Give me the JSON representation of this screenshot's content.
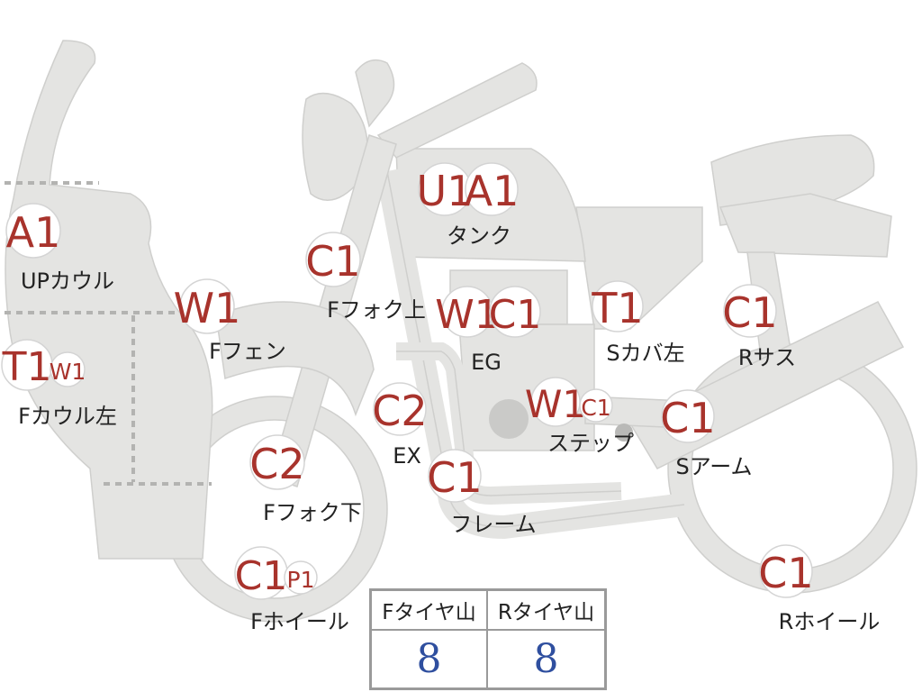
{
  "parts": [
    {
      "id": "up-cowl",
      "label": "UPカウル",
      "badges": [
        "A1"
      ]
    },
    {
      "id": "f-cowl-left",
      "label": "Fカウル左",
      "badges": [
        "T1",
        "W1"
      ]
    },
    {
      "id": "f-fender",
      "label": "Fフェン",
      "badges": [
        "W1"
      ]
    },
    {
      "id": "f-fork-up",
      "label": "Fフォク上",
      "badges": [
        "C1"
      ]
    },
    {
      "id": "f-fork-low",
      "label": "Fフォク下",
      "badges": [
        "C2"
      ]
    },
    {
      "id": "f-wheel",
      "label": "Fホイール",
      "badges": [
        "C1",
        "P1"
      ]
    },
    {
      "id": "tank",
      "label": "タンク",
      "badges": [
        "U1",
        "A1"
      ]
    },
    {
      "id": "engine",
      "label": "EG",
      "badges": [
        "W1",
        "C1"
      ]
    },
    {
      "id": "exhaust",
      "label": "EX",
      "badges": [
        "C2"
      ]
    },
    {
      "id": "frame",
      "label": "フレーム",
      "badges": [
        "C1"
      ]
    },
    {
      "id": "step",
      "label": "ステップ",
      "badges": [
        "W1",
        "C1"
      ]
    },
    {
      "id": "s-cover",
      "label": "Sカバ左",
      "badges": [
        "T1"
      ]
    },
    {
      "id": "r-sus",
      "label": "Rサス",
      "badges": [
        "C1"
      ]
    },
    {
      "id": "s-arm",
      "label": "Sアーム",
      "badges": [
        "C1"
      ]
    },
    {
      "id": "r-wheel",
      "label": "Rホイール",
      "badges": [
        "C1"
      ]
    }
  ],
  "tread": {
    "front_label": "Fタイヤ山",
    "front_value": "8",
    "rear_label": "Rタイヤ山",
    "rear_value": "8"
  },
  "colors": {
    "code": "#a8332c",
    "value": "#2f4f9f",
    "part": "#e4e4e2"
  }
}
